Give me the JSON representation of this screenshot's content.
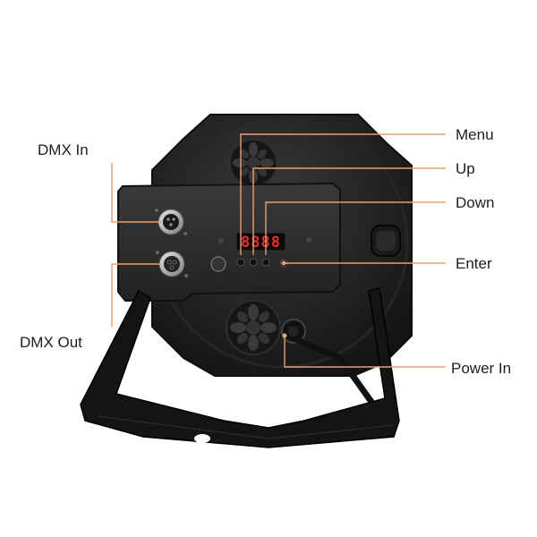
{
  "labels": {
    "dmx_in": "DMX In",
    "dmx_out": "DMX Out",
    "menu": "Menu",
    "up": "Up",
    "down": "Down",
    "enter": "Enter",
    "power_in": "Power In"
  },
  "display": {
    "digits": "8888"
  },
  "colors": {
    "leader": "#e8a070",
    "body": "#1c1c1c",
    "panel": "#2a2a2a",
    "led": "#e0302a",
    "text": "#1e1e1e"
  },
  "icons": {
    "fan": "fan-grille-icon",
    "xlr": "xlr-connector-icon",
    "power": "power-connector-icon",
    "knob": "tension-knob-icon"
  }
}
